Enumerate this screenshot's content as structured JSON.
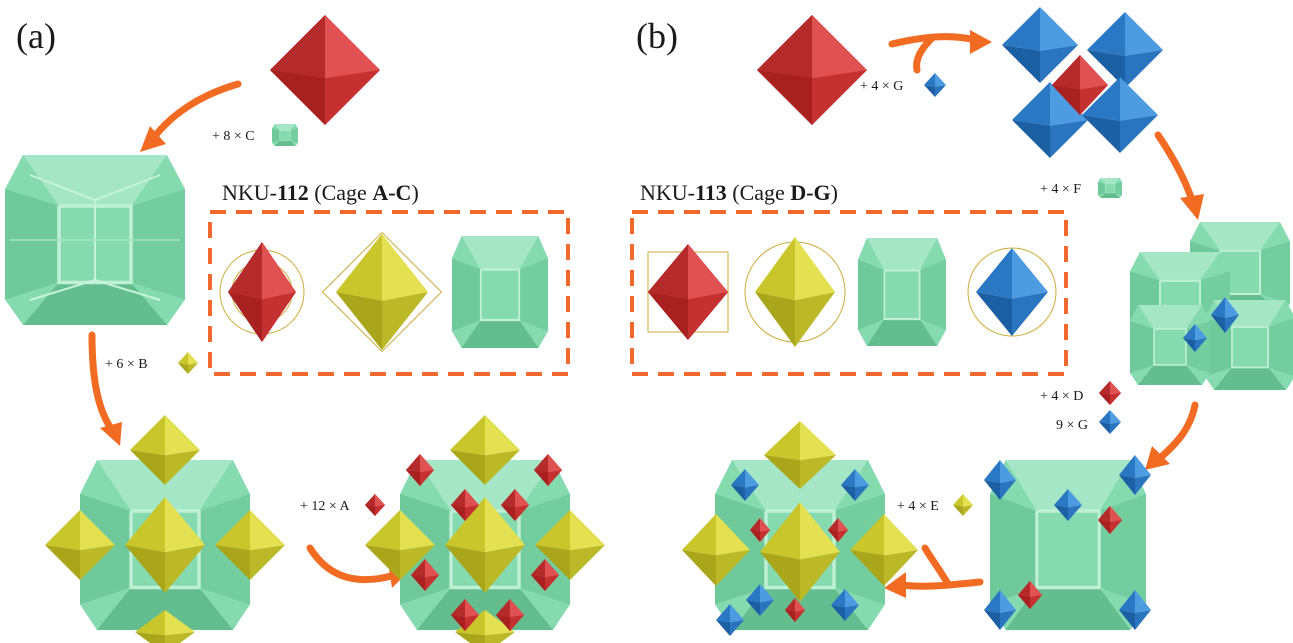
{
  "panels": {
    "a_label": "(a)",
    "b_label": "(b)"
  },
  "frameworks": {
    "a": {
      "prefix": "NKU-",
      "number": "112",
      "cage_open": " (Cage ",
      "cage_range": "A-C",
      "cage_close": ")"
    },
    "b": {
      "prefix": "NKU-",
      "number": "113",
      "cage_open": " (Cage ",
      "cage_range": "D-G",
      "cage_close": ")"
    }
  },
  "steps_a": {
    "s1": "+ 8 × C",
    "s2": "+ 6 × B",
    "s3": "+ 12 × A"
  },
  "steps_b": {
    "s1": "+ 4 × G",
    "s2": "+ 4 × F",
    "s3": "+ 4 × D",
    "s4": "9 × G",
    "s5": "+ 4 × E"
  },
  "colors": {
    "red": "#d93a3a",
    "yellow": "#d6d43a",
    "green": "#7fd6a8",
    "blue": "#2f86d6",
    "arrow": "#f26b22",
    "dashed_box": "#ef6a2c"
  },
  "icons": [
    "octahedron-red",
    "octahedron-yellow",
    "polyhedron-green",
    "octahedron-blue",
    "curved-arrow"
  ]
}
